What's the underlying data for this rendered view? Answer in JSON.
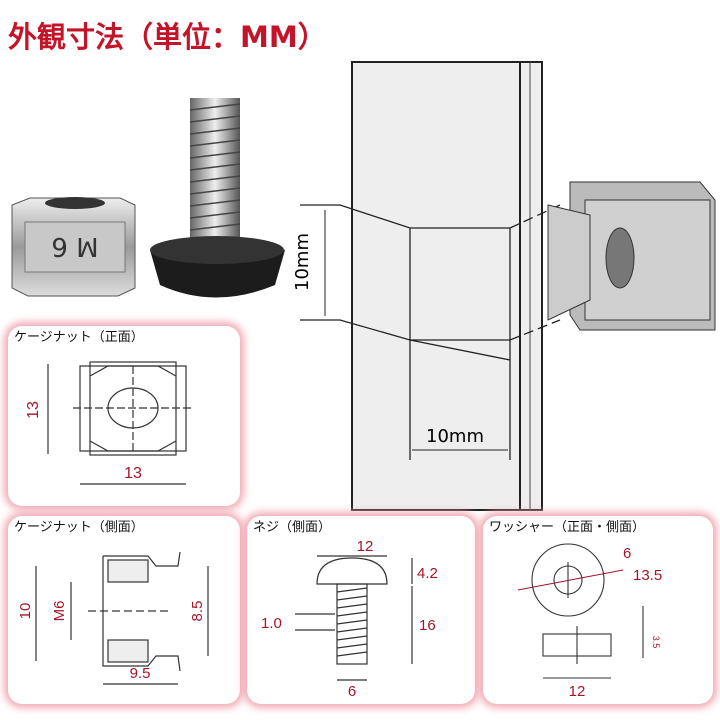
{
  "title": "外観寸法（単位：MM）",
  "photos": {
    "cage_nut_marking": "M 6"
  },
  "rack": {
    "height_label": "10mm",
    "width_label": "10mm"
  },
  "panels": [
    {
      "label": "ケージナット（正面）",
      "dims": {
        "height": "13",
        "width": "13"
      }
    },
    {
      "label": "ケージナット（側面）",
      "dims": {
        "outer": "10",
        "thread": "M6",
        "inner": "8.5",
        "depth": "9.5"
      }
    },
    {
      "label": "ネジ（側面）",
      "dims": {
        "head_dia": "12",
        "head_h": "4.2",
        "pitch": "1.0",
        "length": "16",
        "shaft": "6"
      }
    },
    {
      "label": "ワッシャー（正面・側面）",
      "dims": {
        "inner": "6",
        "outer": "13.5",
        "thickness": "3.5",
        "width": "12"
      }
    }
  ],
  "colors": {
    "accent": "#c4142a",
    "dim": "#a3162a",
    "glow": "#f2a9b4"
  }
}
